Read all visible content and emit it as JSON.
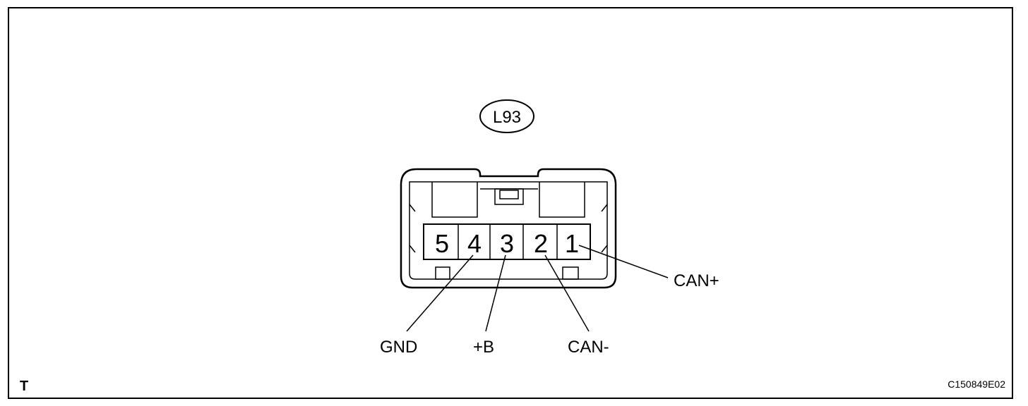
{
  "connector": {
    "id_label": "L93",
    "pins": [
      "5",
      "4",
      "3",
      "2",
      "1"
    ]
  },
  "wires": {
    "can_plus": "CAN+",
    "gnd": "GND",
    "plus_b": "+B",
    "can_minus": "CAN-"
  },
  "corner": {
    "left_mark": "T",
    "figure_code": "C150849E02"
  }
}
